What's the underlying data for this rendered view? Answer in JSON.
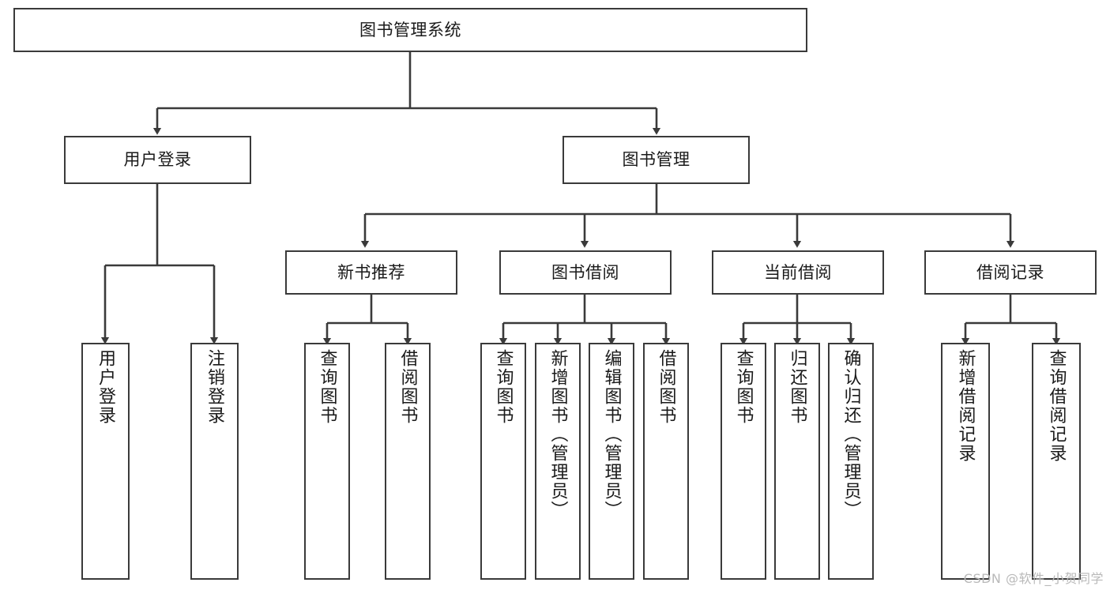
{
  "diagram": {
    "title": "图书管理系统",
    "type": "tree-structure-chart",
    "root": {
      "id": "root",
      "label": "图书管理系统"
    },
    "level2": [
      {
        "id": "user-login",
        "label": "用户登录"
      },
      {
        "id": "book-manage",
        "label": "图书管理"
      }
    ],
    "level3": [
      {
        "id": "new-book-rec",
        "label": "新书推荐",
        "parent": "book-manage"
      },
      {
        "id": "book-borrow",
        "label": "图书借阅",
        "parent": "book-manage"
      },
      {
        "id": "current-borrow",
        "label": "当前借阅",
        "parent": "book-manage"
      },
      {
        "id": "borrow-record",
        "label": "借阅记录",
        "parent": "book-manage"
      }
    ],
    "leaves": [
      {
        "id": "leaf-user-login",
        "label": "用户登录",
        "parent": "user-login"
      },
      {
        "id": "leaf-logout",
        "label": "注销登录",
        "parent": "user-login"
      },
      {
        "id": "leaf-query-book-1",
        "label": "查询图书",
        "parent": "new-book-rec"
      },
      {
        "id": "leaf-borrow-book-1",
        "label": "借阅图书",
        "parent": "new-book-rec"
      },
      {
        "id": "leaf-query-book-2",
        "label": "查询图书",
        "parent": "book-borrow"
      },
      {
        "id": "leaf-add-book",
        "label": "新增图书（管理员）",
        "parent": "book-borrow"
      },
      {
        "id": "leaf-edit-book",
        "label": "编辑图书（管理员）",
        "parent": "book-borrow"
      },
      {
        "id": "leaf-borrow-book-2",
        "label": "借阅图书",
        "parent": "book-borrow"
      },
      {
        "id": "leaf-query-book-3",
        "label": "查询图书",
        "parent": "current-borrow"
      },
      {
        "id": "leaf-return-book",
        "label": "归还图书",
        "parent": "current-borrow"
      },
      {
        "id": "leaf-confirm-return",
        "label": "确认归还（管理员）",
        "parent": "current-borrow"
      },
      {
        "id": "leaf-add-record",
        "label": "新增借阅记录",
        "parent": "borrow-record"
      },
      {
        "id": "leaf-query-record",
        "label": "查询借阅记录",
        "parent": "borrow-record"
      }
    ],
    "watermark": "CSDN @软件_小贺同学",
    "colors": {
      "stroke": "#3a3a3a",
      "fill": "#ffffff",
      "text": "#1a1a1a",
      "watermark": "#b9b9b9"
    }
  }
}
